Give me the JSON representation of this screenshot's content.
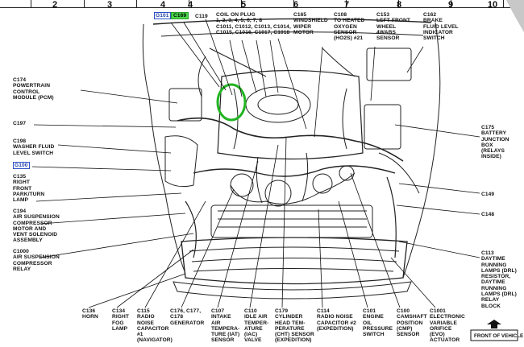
{
  "grid_columns": [
    "2",
    "3",
    "4",
    "5",
    "6",
    "7",
    "8",
    "9",
    "10"
  ],
  "connectors": {
    "g101": "G101",
    "c169": "C169",
    "g100": "G100"
  },
  "top_labels": {
    "c119": "C119",
    "coil": "COIL ON PLUG\n1, 2, 3, 4, 5, 6, 7, 8\nC1011, C1012, C1013, C1014,\nC1015, C1016, C1017, C1018",
    "c165": "C165\nWINDSHIELD\nWIPER\nMOTOR",
    "c108": "C108\nTO HEATED\nOXYGEN\nSENSOR\n(HO2S) #21",
    "c153": "C153\nLEFT FRONT\nWHEEL\n4WABS\nSENSOR",
    "c162": "C162\nBRAKE\nFLUID LEVEL\nINDICATOR\nSWITCH"
  },
  "left_labels": {
    "c174": "C174\nPOWERTRAIN\nCONTROL\nMODULE (PCM)",
    "c197": "C197",
    "c198": "C198\nWASHER FLUID\nLEVEL SWITCH",
    "c135": "C135\nRIGHT\nFRONT\nPARK/TURN\nLAMP",
    "c194": "C194\nAIR SUSPENSION\nCOMPRESSOR\nMOTOR AND\nVENT SOLENOID\nASSEMBLY",
    "c1000": "C1000\nAIR SUSPENSION\nCOMPRESSOR\nRELAY"
  },
  "right_labels": {
    "c175": "C175\nBATTERY\nJUNCTION\nBOX\n(RELAYS\nINSIDE)",
    "c149": "C149",
    "c148": "C148",
    "c113": "C113\nDAYTIME\nRUNNING\nLAMPS (DRL)\nRESISTOR,\nDAYTIME\nRUNNING\nLAMPS (DRL)\nRELAY\nBLOCK"
  },
  "bottom_labels": {
    "c136": "C136\nHORN",
    "c134": "C134\nRIGHT\nFOG\nLAMP",
    "c115": "C115\nRADIO\nNOISE\nCAPACITOR\n#1\n(NAVIGATOR)",
    "c176": "C176, C177,\nC178\nGENERATOR",
    "c107": "C107\nINTAKE\nAIR\nTEMPERA-\nTURE (IAT)\nSENSOR",
    "c110": "C110\nIDLE AIR\nTEMPER-\nATURE\n(IAC)\nVALVE",
    "c179": "C179\nCYLINDER\nHEAD TEM-\nPERATURE\n(CHT) SENSOR\n(EXPEDITION)",
    "c114": "C114\nRADIO NOISE\nCAPACITOR #2\n(EXPEDITION)",
    "c101": "C101\nENGINE\nOIL\nPRESSURE\nSWITCH",
    "c100": "C100\nCAMSHAFT\nPOSITION\n(CMP)\nSENSOR",
    "c1001": "C1001\nELECTRONIC\nVARIABLE\nORIFICE\n(EVO)\nACTUATOR"
  },
  "front_of_vehicle": "FRONT OF VEHICLE",
  "colors": {
    "highlight_green": "#4ad84a",
    "circle_green": "#22b422",
    "connector_blue": "#2b50c8"
  }
}
